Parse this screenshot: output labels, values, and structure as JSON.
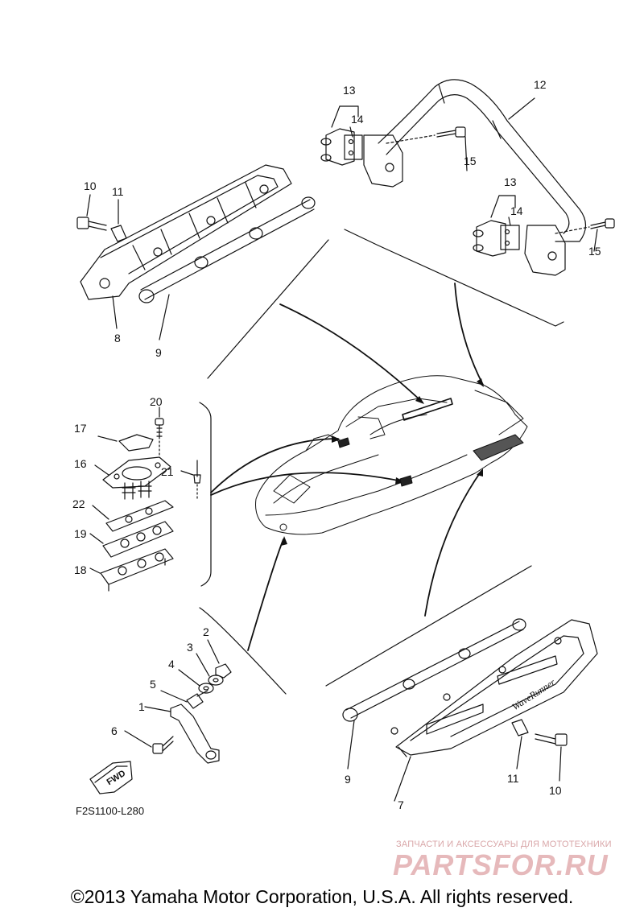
{
  "callouts": {
    "n1": "1",
    "n2": "2",
    "n3": "3",
    "n4": "4",
    "n5": "5",
    "n6": "6",
    "n7": "7",
    "n8": "8",
    "n9a": "9",
    "n9b": "9",
    "n10a": "10",
    "n10b": "10",
    "n11a": "11",
    "n11b": "11",
    "n12": "12",
    "n13a": "13",
    "n13b": "13",
    "n14a": "14",
    "n14b": "14",
    "n15a": "15",
    "n15b": "15",
    "n16": "16",
    "n17": "17",
    "n18": "18",
    "n19": "19",
    "n20": "20",
    "n21": "21",
    "n22": "22"
  },
  "fwd_label": "FWD",
  "hull_text": "WaveRunner",
  "diagram_code": "F2S1100-L280",
  "watermark": {
    "tagline": "ЗАПЧАСТИ И АКСЕССУАРЫ ДЛЯ МОТОТЕХНИКИ",
    "brand": "PARTSFOR.RU"
  },
  "copyright": "©2013 Yamaha Motor Corporation, U.S.A. All rights reserved."
}
